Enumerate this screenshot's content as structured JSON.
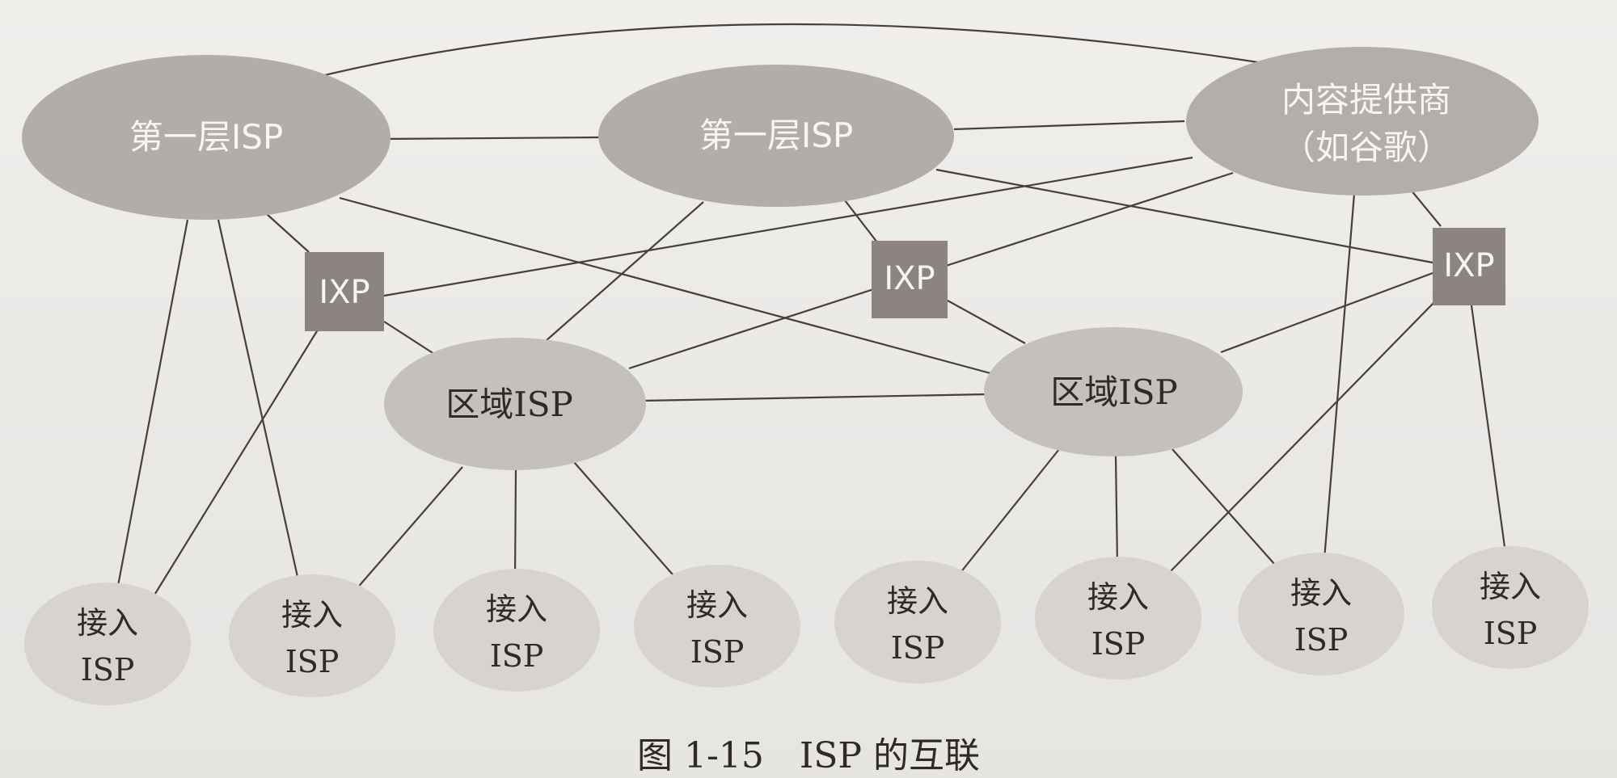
{
  "diagram": {
    "caption": "图 1-15　ISP 的互联",
    "nodes": {
      "tier1_left": "第一层ISP",
      "tier1_mid": "第一层ISP",
      "content_provider": [
        "内容提供商",
        "（如谷歌）"
      ],
      "ixp_left": "IXP",
      "ixp_mid": "IXP",
      "ixp_right": "IXP",
      "regional_left": "区域ISP",
      "regional_right": "区域ISP",
      "access": [
        [
          "接入",
          "ISP"
        ],
        [
          "接入",
          "ISP"
        ],
        [
          "接入",
          "ISP"
        ],
        [
          "接入",
          "ISP"
        ],
        [
          "接入",
          "ISP"
        ],
        [
          "接入",
          "ISP"
        ],
        [
          "接入",
          "ISP"
        ],
        [
          "接入",
          "ISP"
        ]
      ]
    },
    "colors": {
      "tier1": "#b2ada9",
      "regional": "#c4c0bc",
      "access": "#d6d3d0",
      "ixp": "#8b8480",
      "line": "#4a3f36"
    }
  }
}
